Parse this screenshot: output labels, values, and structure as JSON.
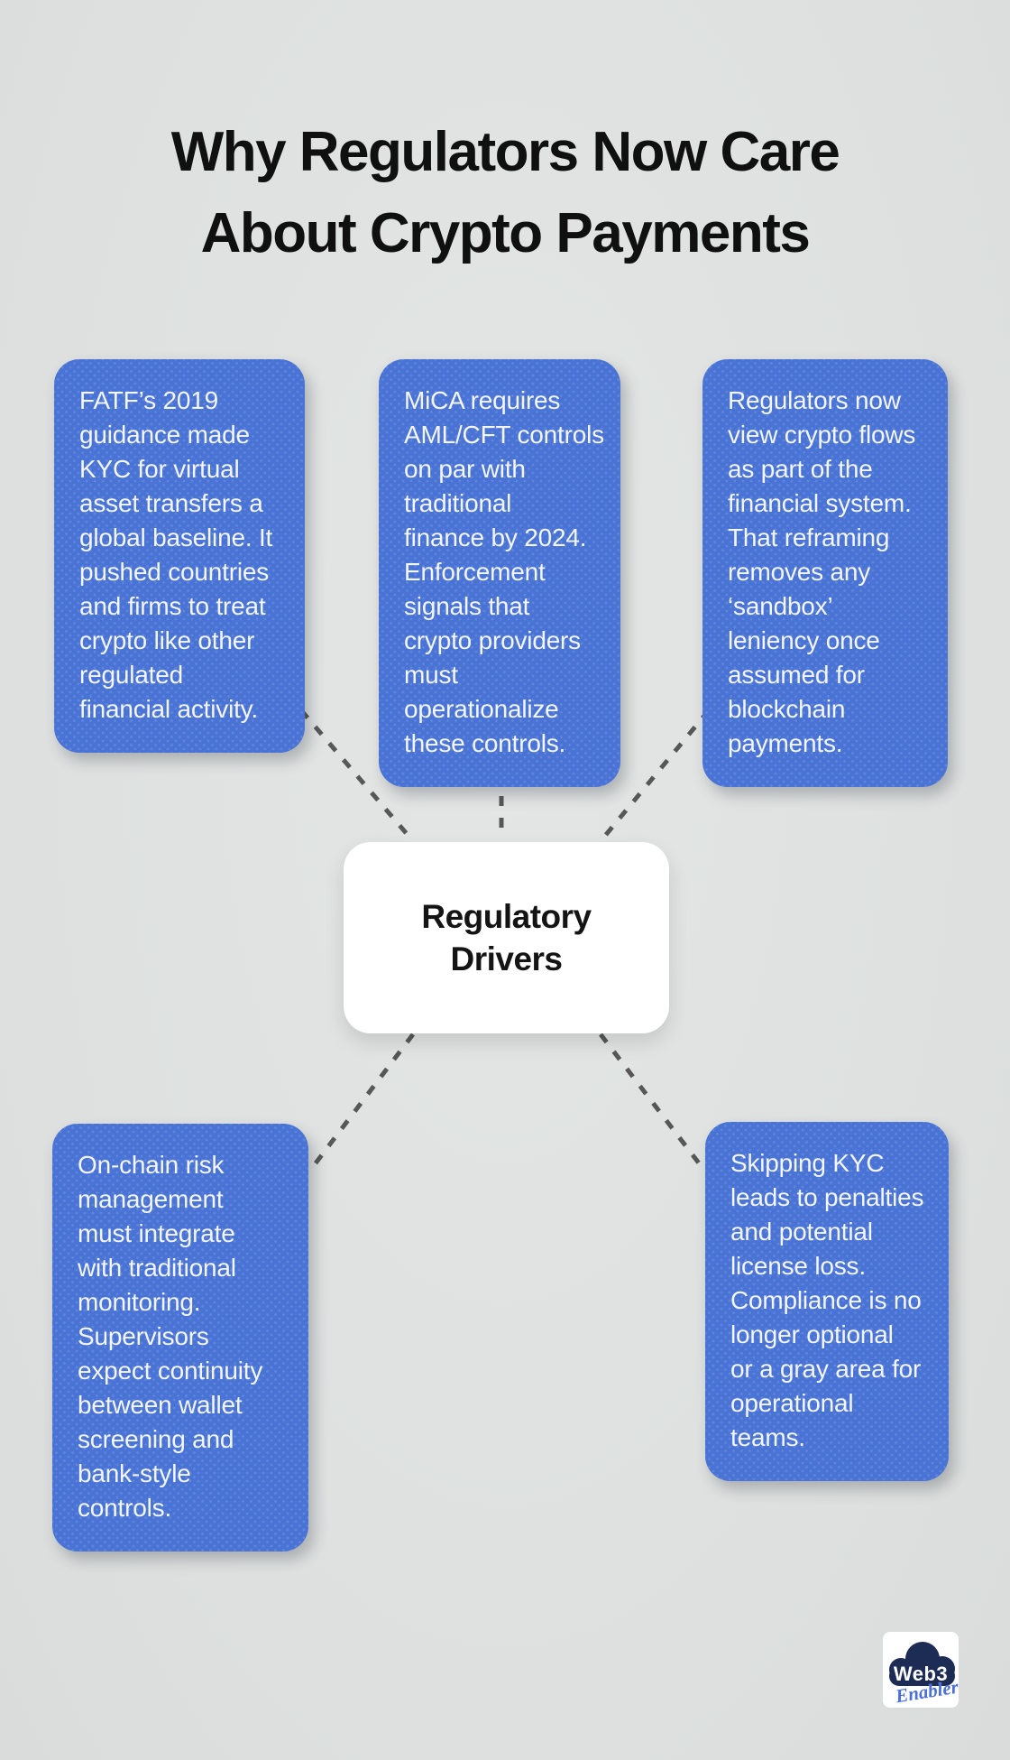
{
  "title": "Why Regulators Now Care\nAbout Crypto Payments",
  "center": {
    "label": "Regulatory\nDrivers"
  },
  "cards": [
    {
      "id": "fatf-baseline",
      "text": "FATF’s 2019\nguidance made\nKYC for virtual\nasset transfers a\nglobal baseline. It\npushed countries\nand firms to treat\ncrypto like other\nregulated\nfinancial activity."
    },
    {
      "id": "mica-aml-cft",
      "text": "MiCA requires\nAML/CFT controls\non par with\ntraditional\nfinance by 2024.\nEnforcement\nsignals that\ncrypto providers\nmust\noperationalize\nthese controls."
    },
    {
      "id": "crypto-flows-reframing",
      "text": "Regulators now\nview crypto flows\nas part of the\nfinancial system.\nThat reframing\nremoves any\n‘sandbox’\nleniency once\nassumed for\nblockchain\npayments."
    },
    {
      "id": "onchain-risk-management",
      "text": "On-chain risk\nmanagement\nmust integrate\nwith traditional\nmonitoring.\nSupervisors\nexpect continuity\nbetween wallet\nscreening and\nbank-style\ncontrols."
    },
    {
      "id": "skipping-kyc-penalties",
      "text": "Skipping KYC\nleads to penalties\nand potential\nlicense loss.\nCompliance is no\nlonger optional\nor a gray area for\noperational\nteams."
    }
  ],
  "logo": {
    "line1": "Web3",
    "line2": "Enabler"
  },
  "colors": {
    "background": "#dfe2e1",
    "card_blue": "#4a73d6",
    "card_text": "#f3f6fc",
    "connector_gray": "#575757",
    "title_black": "#101010",
    "logo_navy": "#1d2c55",
    "logo_blue": "#4a6fd9"
  }
}
